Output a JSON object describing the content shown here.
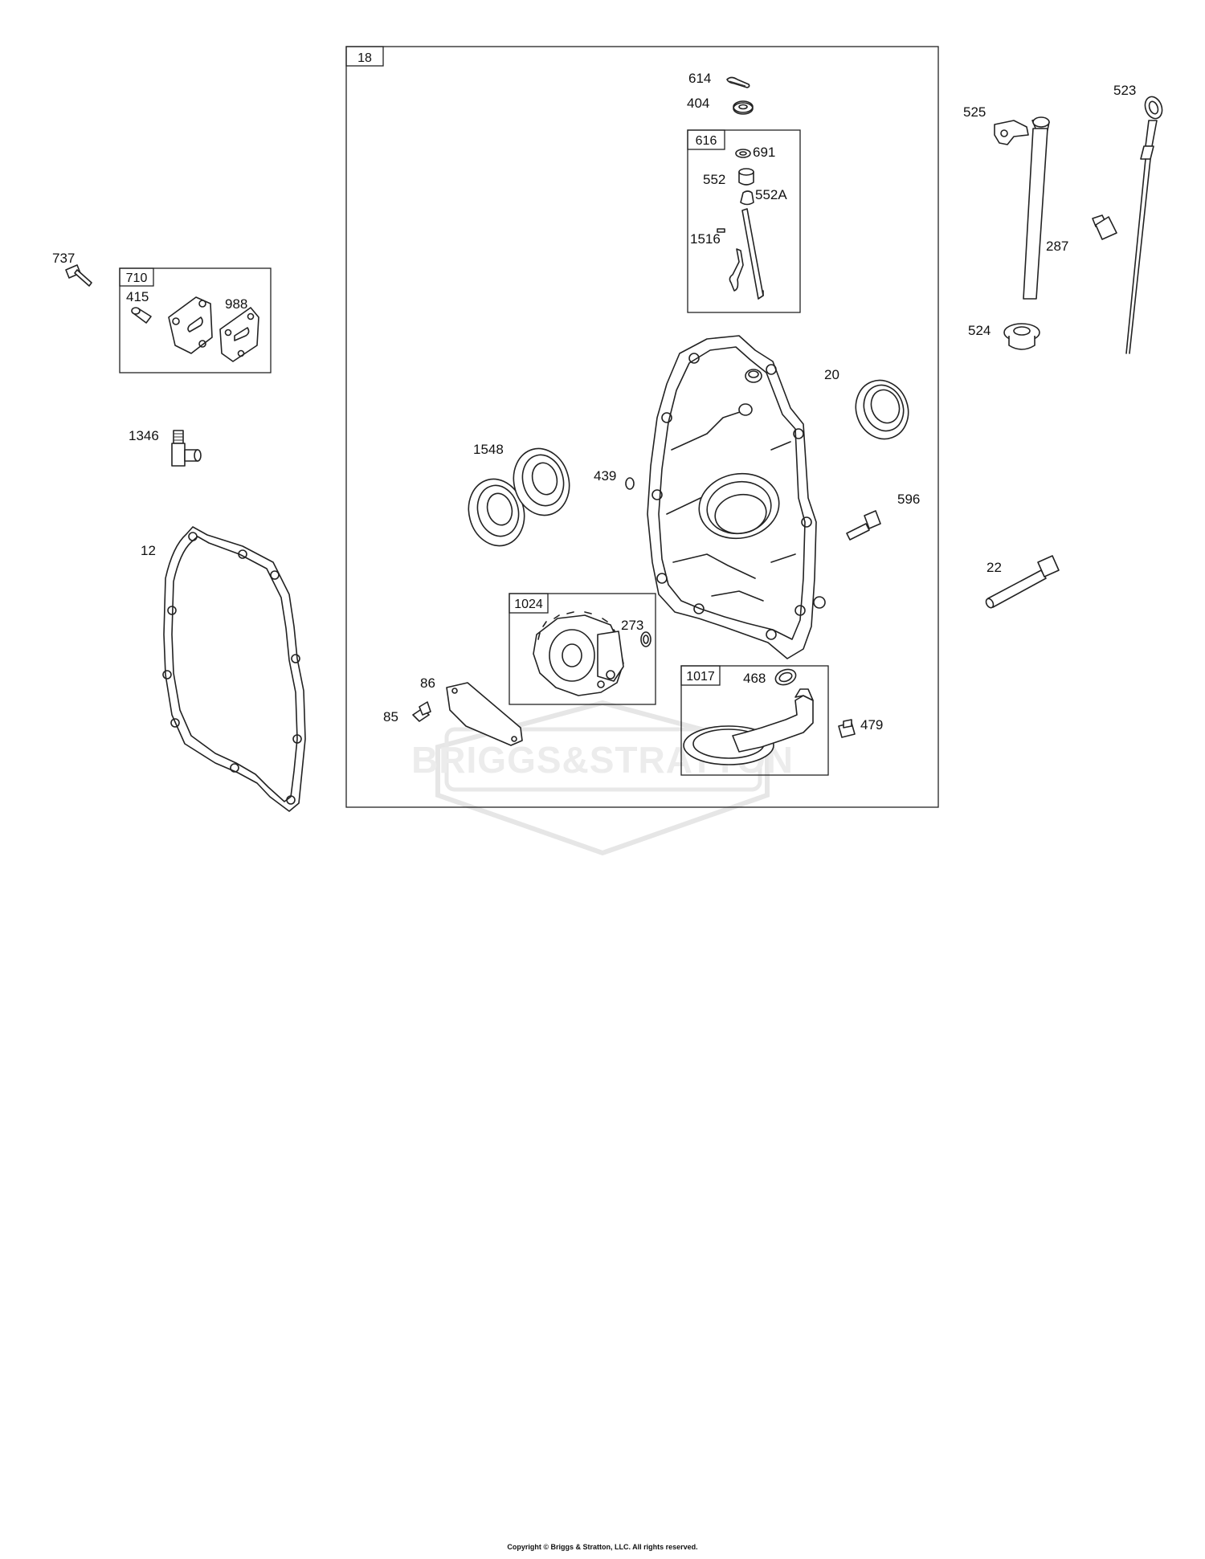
{
  "watermark": {
    "brand": "BRIGGS&STRATTON"
  },
  "groups": [
    {
      "id": "18",
      "label": "18"
    },
    {
      "id": "616",
      "label": "616"
    },
    {
      "id": "710",
      "label": "710"
    },
    {
      "id": "1024",
      "label": "1024"
    },
    {
      "id": "1017",
      "label": "1017"
    }
  ],
  "callouts": [
    {
      "id": "614",
      "label": "614"
    },
    {
      "id": "404",
      "label": "404"
    },
    {
      "id": "691",
      "label": "691"
    },
    {
      "id": "552",
      "label": "552"
    },
    {
      "id": "552A",
      "label": "552A"
    },
    {
      "id": "1516",
      "label": "1516"
    },
    {
      "id": "737",
      "label": "737"
    },
    {
      "id": "415",
      "label": "415"
    },
    {
      "id": "988",
      "label": "988"
    },
    {
      "id": "1346",
      "label": "1346"
    },
    {
      "id": "12",
      "label": "12"
    },
    {
      "id": "20",
      "label": "20"
    },
    {
      "id": "1548",
      "label": "1548"
    },
    {
      "id": "439",
      "label": "439"
    },
    {
      "id": "596",
      "label": "596"
    },
    {
      "id": "273",
      "label": "273"
    },
    {
      "id": "468",
      "label": "468"
    },
    {
      "id": "479",
      "label": "479"
    },
    {
      "id": "86",
      "label": "86"
    },
    {
      "id": "85",
      "label": "85"
    },
    {
      "id": "525",
      "label": "525"
    },
    {
      "id": "523",
      "label": "523"
    },
    {
      "id": "287",
      "label": "287"
    },
    {
      "id": "524",
      "label": "524"
    },
    {
      "id": "22",
      "label": "22"
    }
  ],
  "footer": {
    "copyright": "Copyright © Briggs & Stratton, LLC. All rights reserved."
  }
}
